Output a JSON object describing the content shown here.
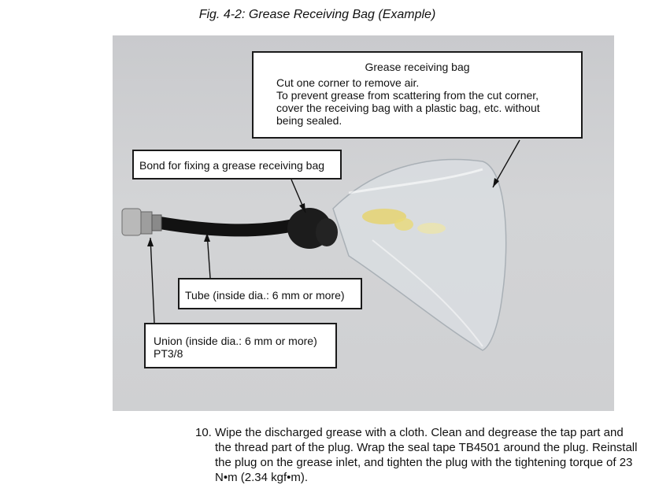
{
  "caption": "Fig. 4-2: Grease Receiving Bag (Example)",
  "callouts": {
    "bag": {
      "title": "Grease receiving bag",
      "lines": [
        "Cut one corner to remove air.",
        "To prevent grease from scattering from the cut corner,",
        "cover the receiving bag with a plastic bag, etc. without",
        "being sealed."
      ]
    },
    "bond": "Bond for fixing a grease receiving bag",
    "tube": "Tube (inside dia.: 6 mm or more)",
    "union": {
      "line1": "Union (inside dia.: 6 mm or more)",
      "line2": "PT3/8"
    }
  },
  "step": {
    "number": "10.",
    "text": "Wipe the discharged grease with a cloth.  Clean and degrease the tap part and the thread part of the plug.  Wrap the seal tape TB4501 around the plug.  Reinstall the plug on the grease inlet, and tighten the plug with the tightening torque of 23 N•m (2.34 kgf•m)."
  }
}
